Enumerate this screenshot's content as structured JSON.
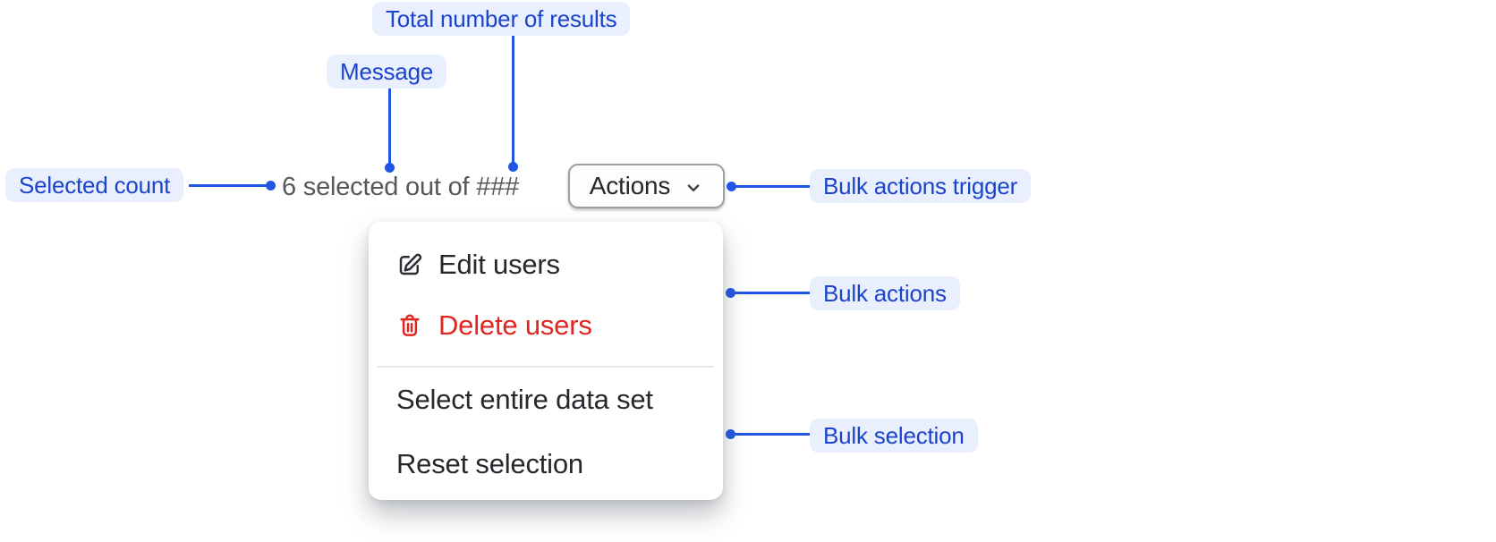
{
  "annotations": {
    "selected_count": {
      "label": "Selected count"
    },
    "message": {
      "label": "Message"
    },
    "total_results": {
      "label": "Total number of results"
    },
    "bulk_actions_trigger": {
      "label": "Bulk actions trigger"
    },
    "bulk_actions": {
      "label": "Bulk actions"
    },
    "bulk_selection": {
      "label": "Bulk selection"
    }
  },
  "selection_bar": {
    "summary": "6 selected out of ###",
    "actions_button": {
      "label": "Actions",
      "icon": "chevron-down-icon"
    }
  },
  "bulk_actions_menu": {
    "items": [
      {
        "label": "Edit users",
        "icon": "edit-icon",
        "variant": "default"
      },
      {
        "label": "Delete users",
        "icon": "trash-icon",
        "variant": "critical"
      },
      {
        "type": "divider"
      },
      {
        "label": "Select entire data set",
        "variant": "default"
      },
      {
        "label": "Reset selection",
        "variant": "default"
      }
    ]
  },
  "colors": {
    "annotation_text": "#1b44cd",
    "annotation_chip_bg": "#e9effc",
    "connector": "#2155e4",
    "critical": "#e02622",
    "menu_text": "#25282d",
    "summary_text": "#56585c"
  }
}
